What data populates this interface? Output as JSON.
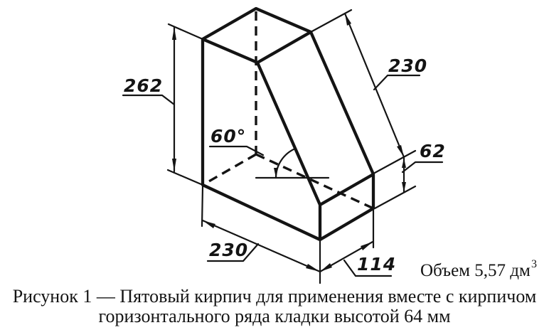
{
  "figure": {
    "dims": {
      "height": "262",
      "slope_length": "230",
      "angle": "60°",
      "toe_height": "62",
      "base_length": "230",
      "base_width": "114"
    },
    "volume": {
      "text": "Объем 5,57 дм",
      "sup": "3"
    },
    "caption": {
      "line1": "Рисунок 1 — Пятовый кирпич для применения вместе с кирпичом",
      "line2": "горизонтального ряда кладки высотой 64 мм"
    },
    "colors": {
      "ink": "#141414",
      "paper": "#ffffff"
    }
  }
}
